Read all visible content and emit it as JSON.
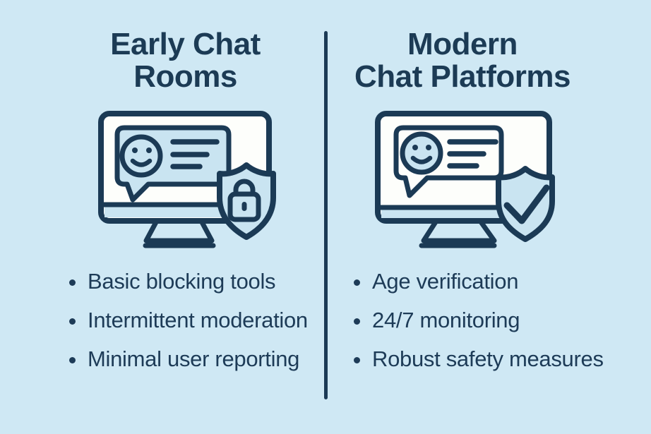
{
  "infographic": {
    "left": {
      "title": "Early Chat\nRooms",
      "icon": "monitor-chat-bubble-shield-lock",
      "items": [
        "Basic blocking tools",
        "Intermittent moderation",
        "Minimal user reporting"
      ]
    },
    "right": {
      "title": "Modern\nChat Platforms",
      "icon": "monitor-chat-bubble-shield-check",
      "items": [
        "Age verification",
        "24/7 monitoring",
        "Robust safety measures"
      ]
    },
    "colors": {
      "background": "#cfe8f4",
      "navy_stroke": "#1b3a55",
      "text": "#1d3b57",
      "icon_light_fill": "#c9e4f1",
      "screen_white": "#fdfefb"
    }
  }
}
